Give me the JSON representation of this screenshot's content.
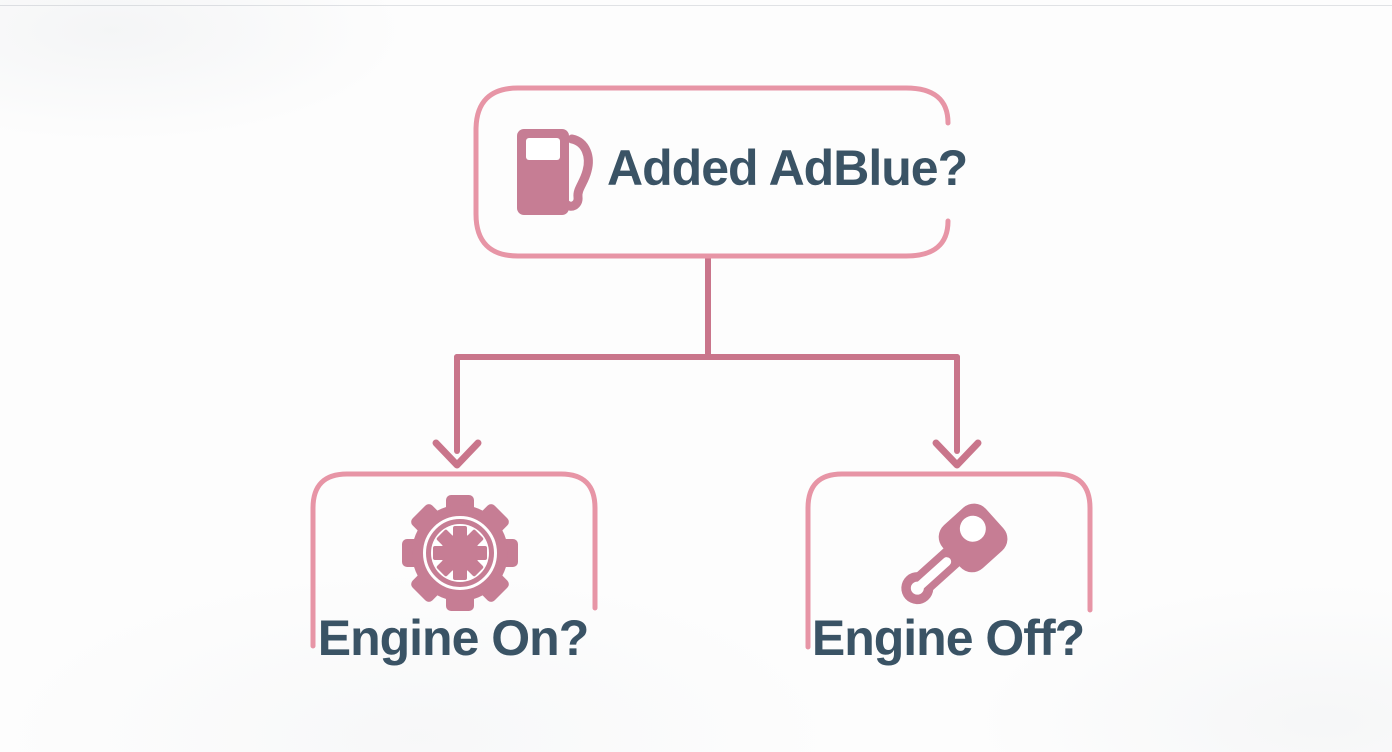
{
  "colors": {
    "background": "#fdfdfd",
    "box_border": "#e795a6",
    "connector": "#c9758b",
    "icon": "#c67d94",
    "text": "#3a5365"
  },
  "diagram": {
    "type": "flowchart",
    "root": {
      "label": "Added AdBlue?",
      "icon": "fuel-pump-icon"
    },
    "children": [
      {
        "label": "Engine On?",
        "icon": "gear-icon",
        "branch": "left"
      },
      {
        "label": "Engine Off?",
        "icon": "key-icon",
        "branch": "right"
      }
    ]
  }
}
